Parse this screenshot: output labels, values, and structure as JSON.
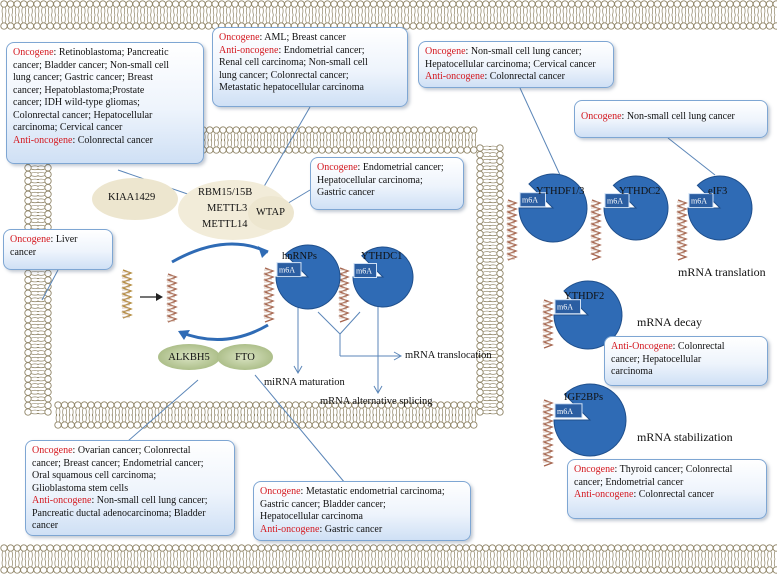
{
  "colors": {
    "oncogene": "#d4181f",
    "membrane": "#cfc3a0",
    "pacman": "#2f6bb5"
  },
  "boxes": {
    "writers": [
      {
        "label": "Oncogene",
        "text": ": Retinoblastoma; Pancreatic"
      },
      {
        "label": "",
        "text": "cancer; Bladder cancer; Non-small cell"
      },
      {
        "label": "",
        "text": "lung cancer; Gastric cancer; Breast"
      },
      {
        "label": "",
        "text": "cancer;  Hepatoblastoma;Prostate"
      },
      {
        "label": "",
        "text": "cancer; IDH wild-type gliomas;"
      },
      {
        "label": "",
        "text": "Colonrectal cancer; Hepatocellular"
      },
      {
        "label": "",
        "text": "carcinoma; Cervical cancer"
      },
      {
        "label": "Anti-oncogene",
        "text": ": Colonrectal cancer"
      }
    ],
    "mettl14": [
      {
        "label": "Oncogene",
        "text": ": AML; Breast cancer"
      },
      {
        "label": "Anti-oncogene",
        "text": ": Endometrial cancer;"
      },
      {
        "label": "",
        "text": "Renal cell carcinoma; Non-small cell"
      },
      {
        "label": "",
        "text": "lung cancer; Colonrectal cancer;"
      },
      {
        "label": "",
        "text": "Metastatic hepatocellular carcinoma"
      }
    ],
    "wtap": [
      {
        "label": "Oncogene",
        "text": ": Endometrial cancer;"
      },
      {
        "label": "",
        "text": "Hepatocellular carcinoma;"
      },
      {
        "label": "",
        "text": "Gastric cancer"
      }
    ],
    "kiaa": [
      {
        "label": "Oncogene",
        "text": ": Liver"
      },
      {
        "label": "",
        "text": "cancer"
      }
    ],
    "ythdf13": [
      {
        "label": "Oncogene",
        "text": ": Non-small cell lung cancer;"
      },
      {
        "label": "",
        "text": "Hepatocellular carcinoma; Cervical cancer"
      },
      {
        "label": "Anti-oncogene",
        "text": ": Colonrectal cancer"
      }
    ],
    "eif3": [
      {
        "label": "Oncogene",
        "text": ": Non-small cell lung cancer"
      }
    ],
    "ythdf2": [
      {
        "label": "Anti-Oncogene",
        "text": ": Colonrectal"
      },
      {
        "label": "",
        "text": "cancer; Hepatocellular"
      },
      {
        "label": "",
        "text": "carcinoma"
      }
    ],
    "igf2bps": [
      {
        "label": "Oncogene",
        "text": ": Thyroid cancer; Colonrectal"
      },
      {
        "label": "",
        "text": "cancer; Endometrial cancer"
      },
      {
        "label": "Anti-oncogene",
        "text": ": Colonrectal cancer"
      }
    ],
    "alkbh5": [
      {
        "label": "Oncogene",
        "text": ": Ovarian cancer; Colonrectal"
      },
      {
        "label": "",
        "text": "cancer; Breast cancer; Endometrial cancer;"
      },
      {
        "label": "",
        "text": "Oral squamous cell carcinoma;"
      },
      {
        "label": "",
        "text": "Glioblastoma stem cells"
      },
      {
        "label": "Anti-oncogene",
        "text": ": Non-small cell lung cancer;"
      },
      {
        "label": "",
        "text": "Pancreatic ductal adenocarcinoma; Bladder"
      },
      {
        "label": "",
        "text": "cancer"
      }
    ],
    "fto": [
      {
        "label": "Oncogene",
        "text": ": Metastatic endometrial carcinoma;"
      },
      {
        "label": "",
        "text": "Gastric cancer; Bladder cancer;"
      },
      {
        "label": "",
        "text": "Hepatocellular carcinoma"
      },
      {
        "label": "Anti-oncogene",
        "text": ": Gastric cancer"
      }
    ]
  },
  "labels": {
    "rbm": "RBM15/15B",
    "mettl3": "METTL3",
    "mettl14": "METTL14",
    "kiaa": "KIAA1429",
    "wtap": "WTAP",
    "alkbh5": "ALKBH5",
    "fto": "FTO",
    "hnrnps": "hnRNPs",
    "ythdc1": "YTHDC1",
    "ythdf13": "YTHDF1/3",
    "ythdc2": "YTHDC2",
    "eif3": "eIF3",
    "ythdf2": "YTHDF2",
    "igf2bps": "IGF2BPs",
    "m6a": "m6A",
    "mirna": "miRNA maturation",
    "translocation": "mRNA translocation",
    "splicing": "mRNA alternative splicing",
    "translation": "mRNA translation",
    "decay": "mRNA decay",
    "stabilization": "mRNA stabilization"
  }
}
